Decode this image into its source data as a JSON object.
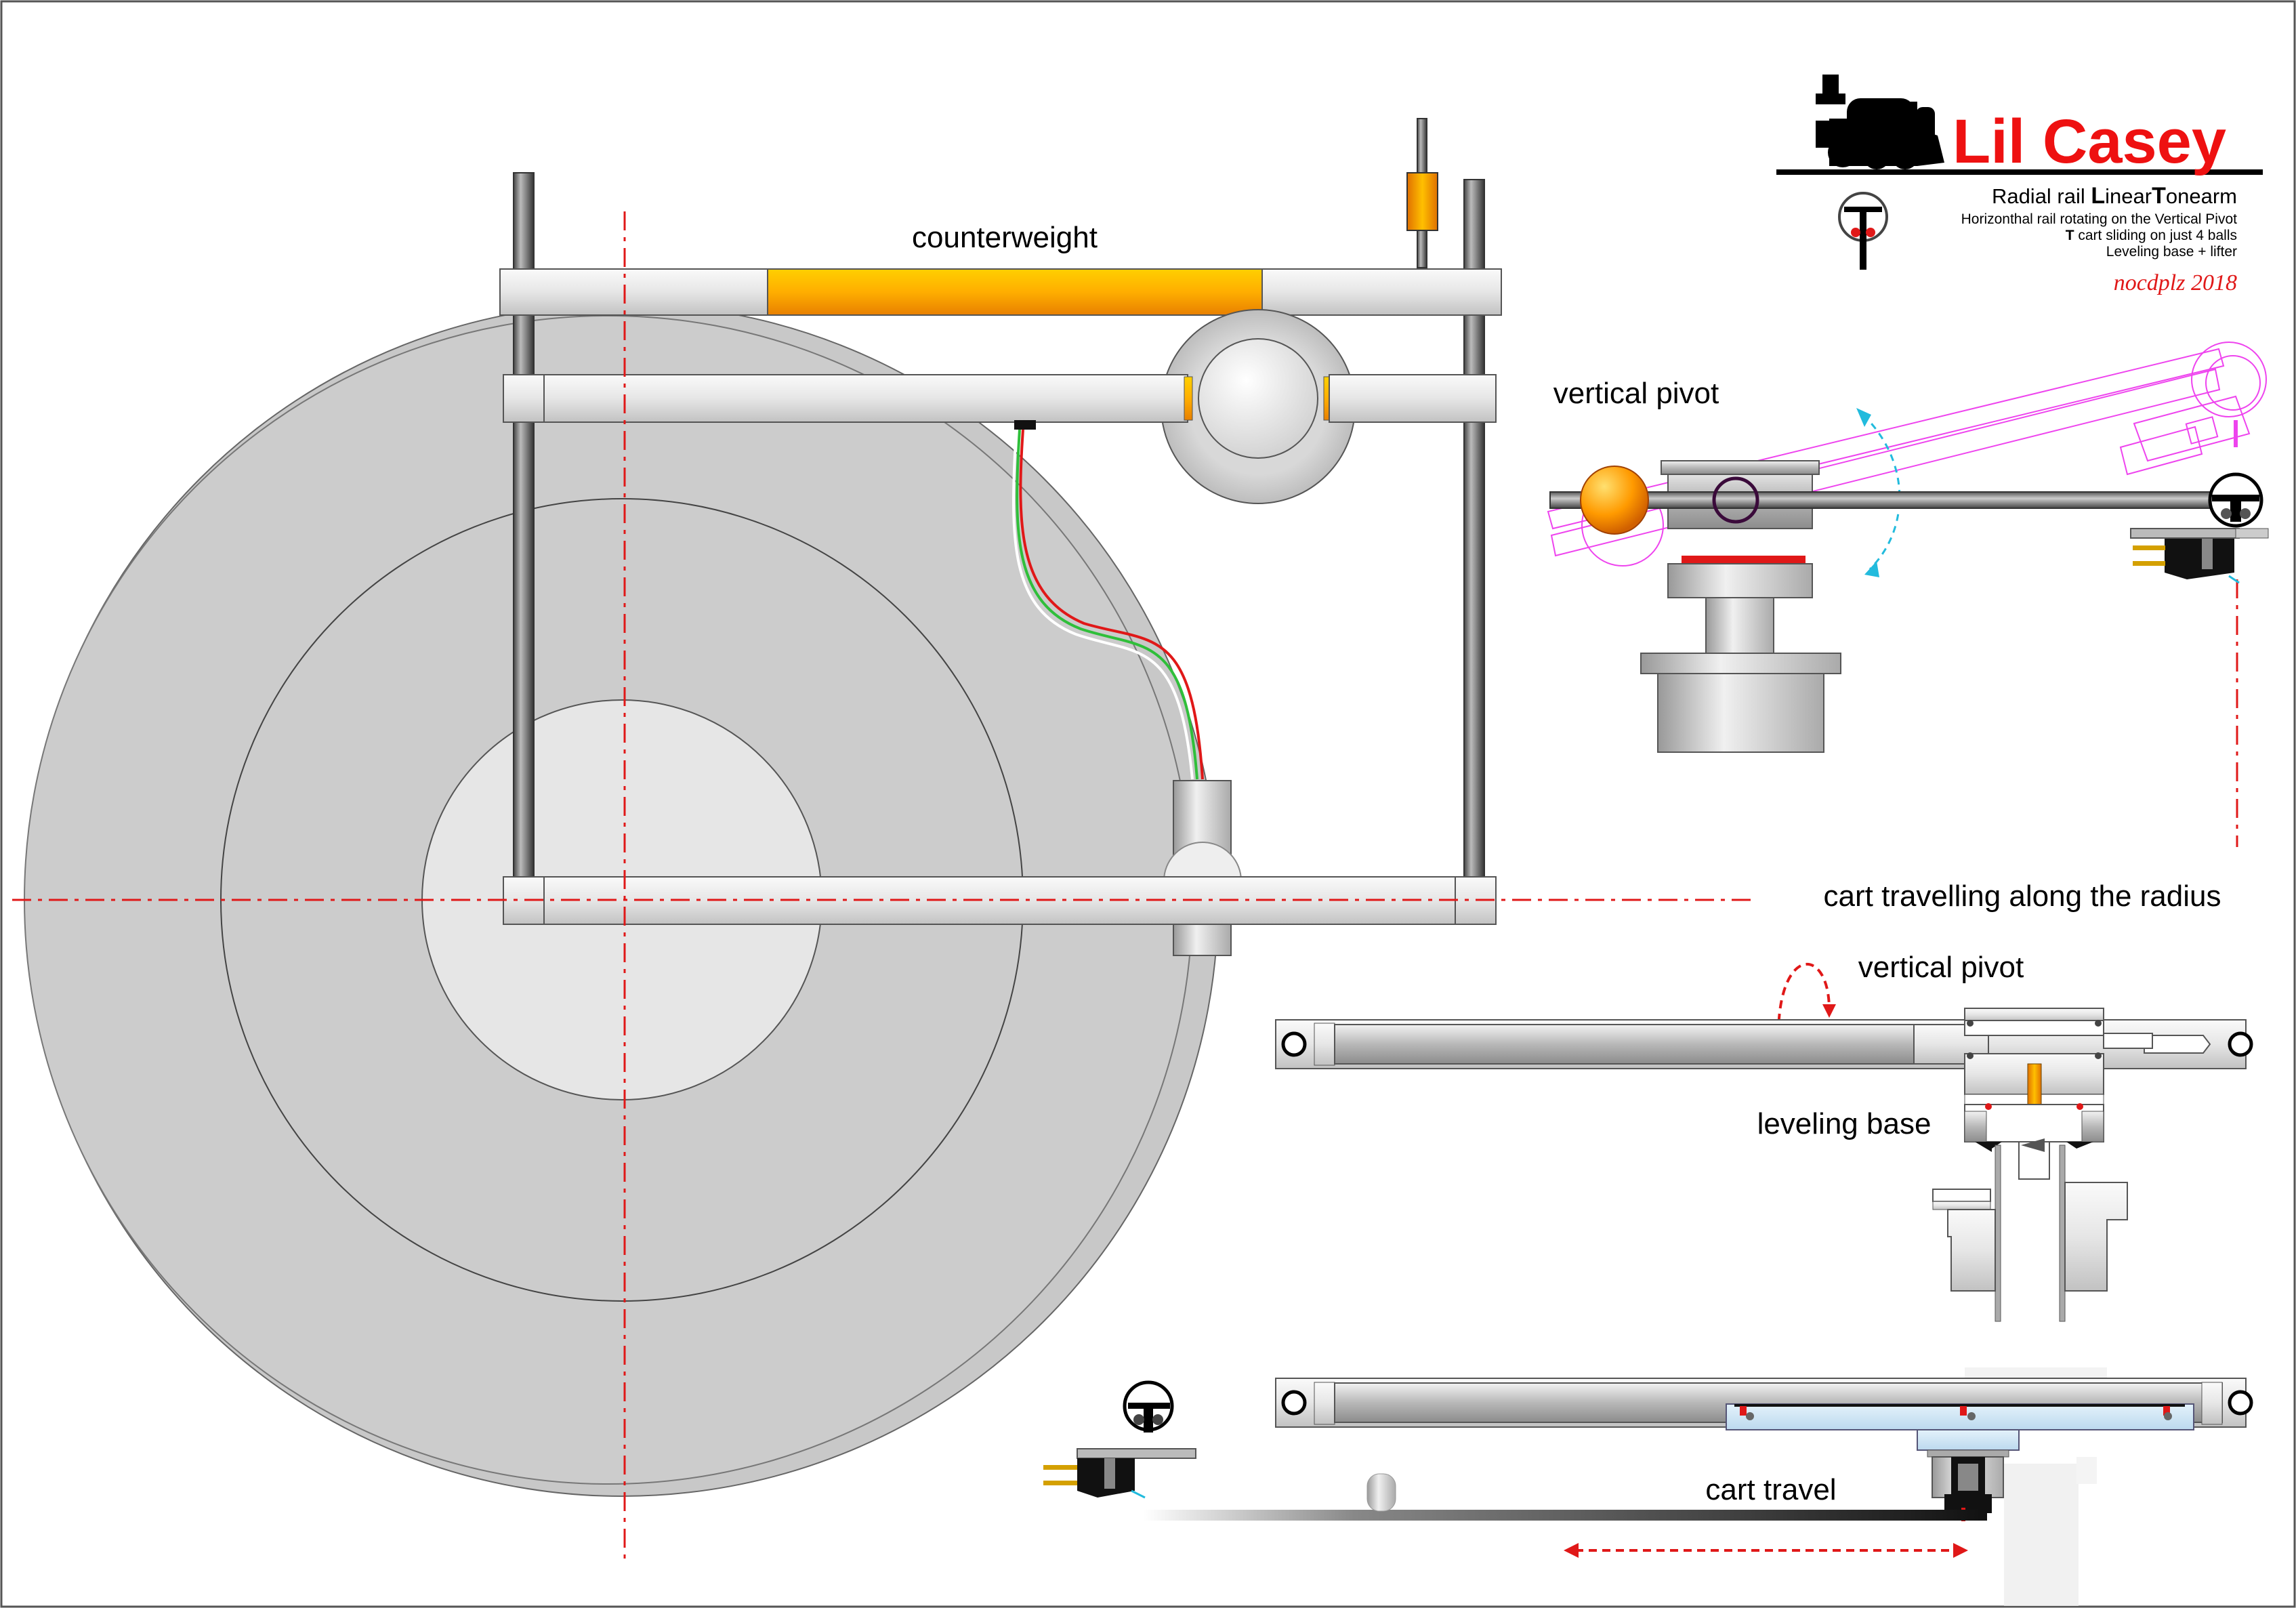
{
  "labels": {
    "counterweight": "counterweight",
    "vertical_pivot_top": "vertical pivot",
    "cart_radius": "cart travelling along the radius",
    "vertical_pivot_mid": "vertical pivot",
    "leveling_base": "leveling base",
    "cart_travel": "cart travel"
  },
  "title_block": {
    "title": "Lil Casey",
    "subtitle_pre": "Radial rail ",
    "subtitle_L": "L",
    "subtitle_mid": "inear",
    "subtitle_T": "T",
    "subtitle_post": "onearm",
    "line1": "Horizonthal rail rotating on the Vertical Pivot",
    "line2_bold": "T",
    "line2_rest": " cart sliding on just 4 balls",
    "line3": "Leveling base + lifter",
    "credit": "nocdplz 2018"
  },
  "colors": {
    "title_red": "#ee1111",
    "centerline_red": "#e01818",
    "counterweight_orange": "#ffa500",
    "ghost_magenta": "#ee44ee",
    "arrow_cyan": "#22bbdd",
    "platter_grey": "#cccccc"
  }
}
